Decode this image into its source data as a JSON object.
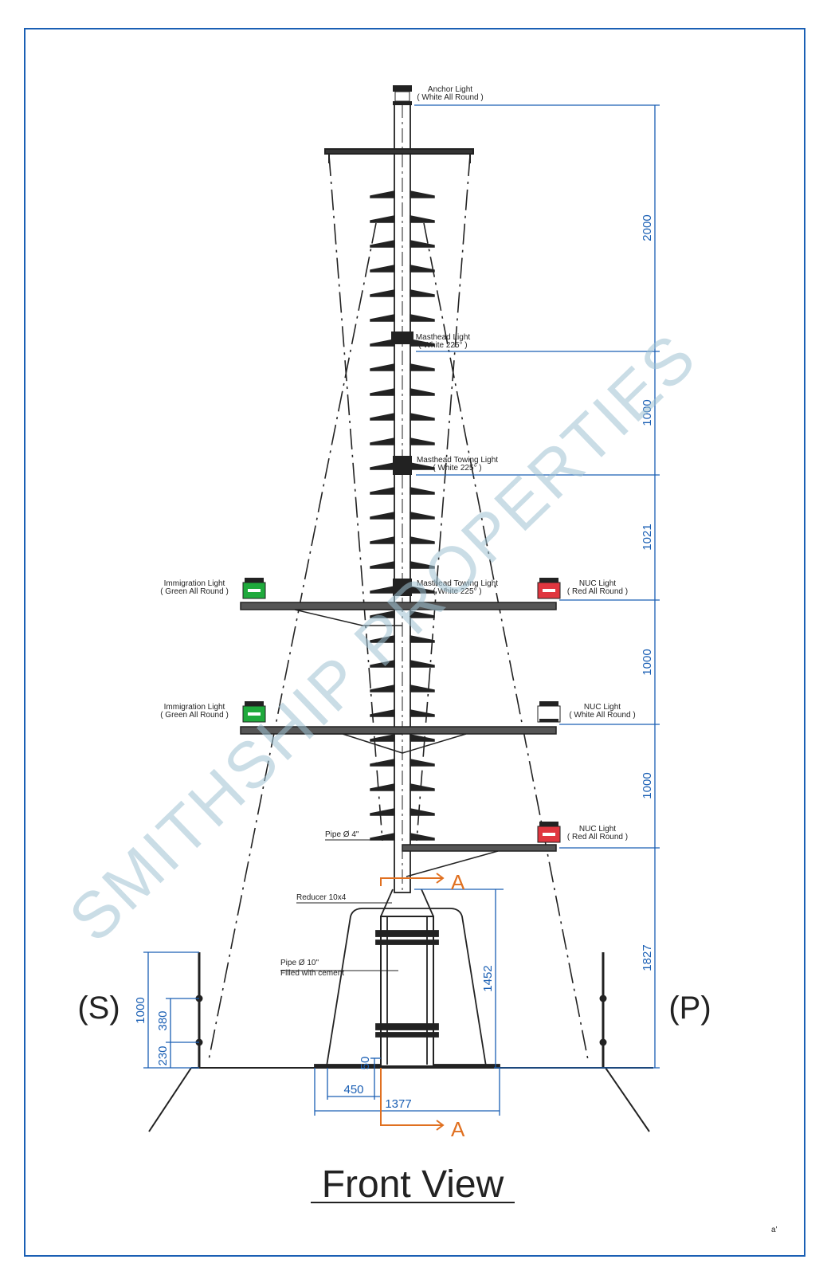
{
  "title": "Front View",
  "watermark": "SMITHSHIP PROPERTIES",
  "sides": {
    "starboard": "(S)",
    "port": "(P)"
  },
  "section_marks": {
    "top": "A",
    "bottom": "A"
  },
  "lights": {
    "anchor": {
      "name": "Anchor Light",
      "spec": "( White All Round )"
    },
    "masthead": {
      "name": "Masthead Light",
      "spec": "( White 225° )"
    },
    "masthead_towing_1": {
      "name": "Masthead Towing Light",
      "spec": "( White 225° )"
    },
    "masthead_towing_2": {
      "name": "Masthead Towing Light",
      "spec": "( White 225° )"
    },
    "immigration_1": {
      "name": "Immigration Light",
      "spec": "( Green All Round )"
    },
    "immigration_2": {
      "name": "Immigration Light",
      "spec": "( Green All Round )"
    },
    "nuc_1": {
      "name": "NUC Light",
      "spec": "( Red All Round )"
    },
    "nuc_2": {
      "name": "NUC Light",
      "spec": "( White All Round )"
    },
    "nuc_3": {
      "name": "NUC Light",
      "spec": "( Red All Round )"
    }
  },
  "parts": {
    "pipe_4": "Pipe Ø 4\"",
    "reducer": "Reducer 10x4",
    "pipe_10": "Pipe Ø 10\"",
    "pipe_10_note": "Filled with cement"
  },
  "dimensions": {
    "right_chain": [
      "2000",
      "1000",
      "1021",
      "1000",
      "1000",
      "1827"
    ],
    "base_height": "1452",
    "rail_total": "1000",
    "rail_upper": "380",
    "rail_lower": "230",
    "base_offset": "50",
    "base_half": "450",
    "base_width": "1377"
  },
  "colors": {
    "frame": "#1a5fb4",
    "dimension": "#1a5fb4",
    "section": "#e07020",
    "green_light": "#1faa3c",
    "red_light": "#e0363f",
    "watermark": "#9fc2d3",
    "line": "#222222"
  }
}
